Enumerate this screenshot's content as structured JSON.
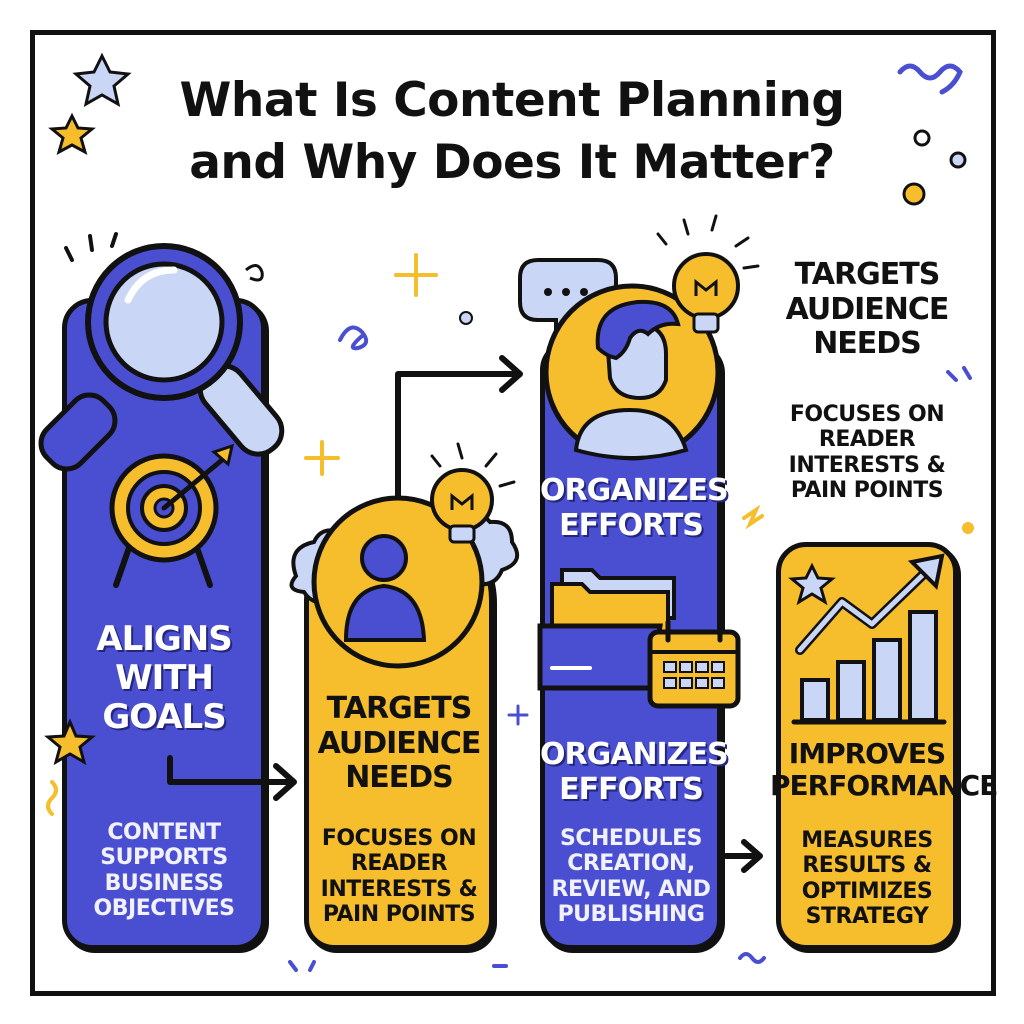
{
  "title": {
    "line1": "What Is Content Planning",
    "line2": "and Why Does It Matter?"
  },
  "pillars": [
    {
      "id": "goals",
      "color": "#4a4fd1",
      "heading": [
        "Aligns",
        "With",
        "Goals"
      ],
      "description": [
        "Content",
        "Supports",
        "Business",
        "Objectives"
      ],
      "icons": [
        "magnifying-glass-icon",
        "target-icon"
      ]
    },
    {
      "id": "audience",
      "color": "#f6bd2c",
      "heading": [
        "Targets",
        "Audience",
        "Needs"
      ],
      "description": [
        "Focuses On",
        "Reader",
        "Interests &",
        "Pain Points"
      ],
      "icons": [
        "person-icon",
        "lightbulb-icon",
        "thought-cloud-icon"
      ]
    },
    {
      "id": "organizes",
      "color": "#4a4fd1",
      "top_heading": [
        "Organizes",
        "Efforts"
      ],
      "heading": [
        "Organizes",
        "Efforts"
      ],
      "description": [
        "Schedules",
        "Creation,",
        "Review, And",
        "Publishing"
      ],
      "icons": [
        "person-icon",
        "speech-bubble-icon",
        "lightbulb-icon",
        "folder-icon",
        "calendar-icon"
      ]
    },
    {
      "id": "performance",
      "color": "#f6bd2c",
      "heading": [
        "Improves",
        "Performance"
      ],
      "description": [
        "Measures",
        "Results &",
        "Optimizes",
        "Strategy"
      ],
      "icons": [
        "growth-chart-icon",
        "star-icon"
      ]
    }
  ],
  "side_note": {
    "heading": [
      "Targets",
      "Audience",
      "Needs"
    ],
    "description": [
      "Focuses On",
      "Reader",
      "Interests &",
      "Pain Points"
    ]
  },
  "colors": {
    "blue": "#4a4fd1",
    "yellow": "#f6bd2c",
    "light_blue": "#c9d6f6",
    "outline": "#111111"
  }
}
